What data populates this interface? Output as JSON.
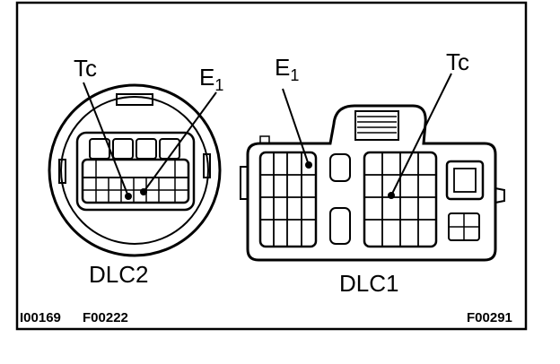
{
  "dlc2": {
    "name": "DLC2",
    "tc_label": "Tc",
    "e1_label": "E",
    "e1_sub": "1"
  },
  "dlc1": {
    "name": "DLC1",
    "tc_label": "Tc",
    "e1_label": "E",
    "e1_sub": "1"
  },
  "codes": {
    "left_ref": "I00169",
    "left_fig": "F00222",
    "right_fig": "F00291"
  },
  "colors": {
    "line": "#000000",
    "background": "#ffffff"
  }
}
